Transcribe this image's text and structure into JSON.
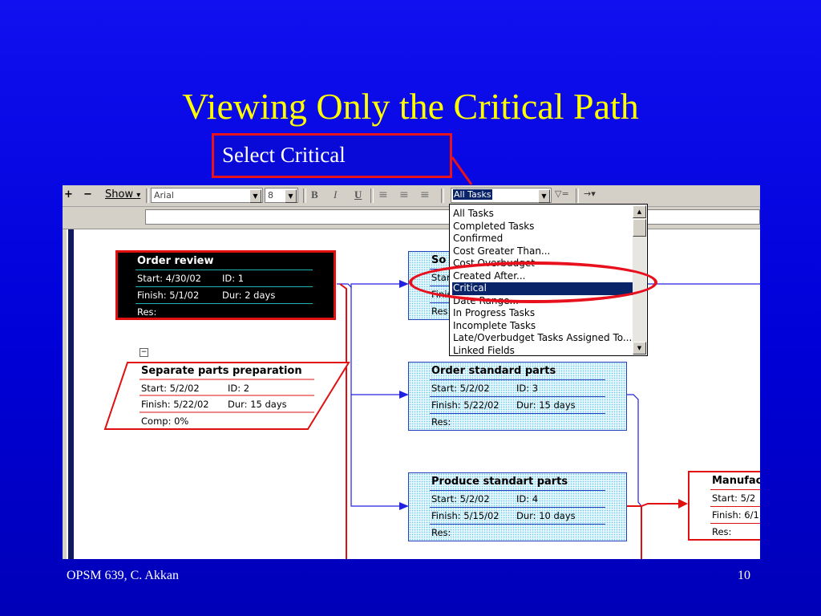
{
  "slide": {
    "title": "Viewing Only the Critical Path",
    "callout": "Select Critical",
    "footer_left": "OPSM 639, C. Akkan",
    "page_number": "10"
  },
  "toolbar": {
    "plus_icon": "+",
    "minus_icon": "−",
    "show_label": "Show",
    "show_arrow": "▾",
    "font_name": "Arial",
    "font_size": "8",
    "bold": "B",
    "italic": "I",
    "underline": "U",
    "filter_value": "All Tasks",
    "filter_icon": "▽=",
    "tool_icon": "→▾"
  },
  "filter_menu": {
    "items": [
      "All Tasks",
      "Completed Tasks",
      "Confirmed",
      "Cost Greater Than...",
      "Cost Overbudget",
      "Created After...",
      "Critical",
      "Date Range...",
      "In Progress Tasks",
      "Incomplete Tasks",
      "Late/Overbudget Tasks Assigned To...",
      "Linked Fields"
    ],
    "selected": "Critical"
  },
  "nodes": {
    "order_review": {
      "title": "Order review",
      "start": "Start:  4/30/02",
      "id": "ID:   1",
      "finish": "Finish: 5/1/02",
      "dur": "Dur: 2 days",
      "res": "Res:"
    },
    "separate_parts": {
      "title": "Separate parts preparation",
      "start": "Start:  5/2/02",
      "id": "ID:   2",
      "finish": "Finish: 5/22/02",
      "dur": "Dur: 15 days",
      "comp": "Comp: 0%"
    },
    "top_partial": {
      "title": "So",
      "start": "Start",
      "finish": "Finis",
      "res": "Res"
    },
    "order_standard": {
      "title": "Order standard parts",
      "start": "Start:  5/2/02",
      "id": "ID:   3",
      "finish": "Finish: 5/22/02",
      "dur": "Dur: 15 days",
      "res": "Res:"
    },
    "produce_standard": {
      "title": "Produce standart parts",
      "start": "Start:  5/2/02",
      "id": "ID:   4",
      "finish": "Finish: 5/15/02",
      "dur": "Dur: 10 days",
      "res": "Res:"
    },
    "manufacture": {
      "title": "Manufac",
      "start": "Start:  5/2",
      "finish": "Finish: 6/1",
      "res": "Res:"
    }
  },
  "colors": {
    "slide_bg": "#0000d8",
    "title": "#ffff00",
    "critical": "#e01010",
    "link": "#2020e0",
    "selection": "#0a246a"
  }
}
